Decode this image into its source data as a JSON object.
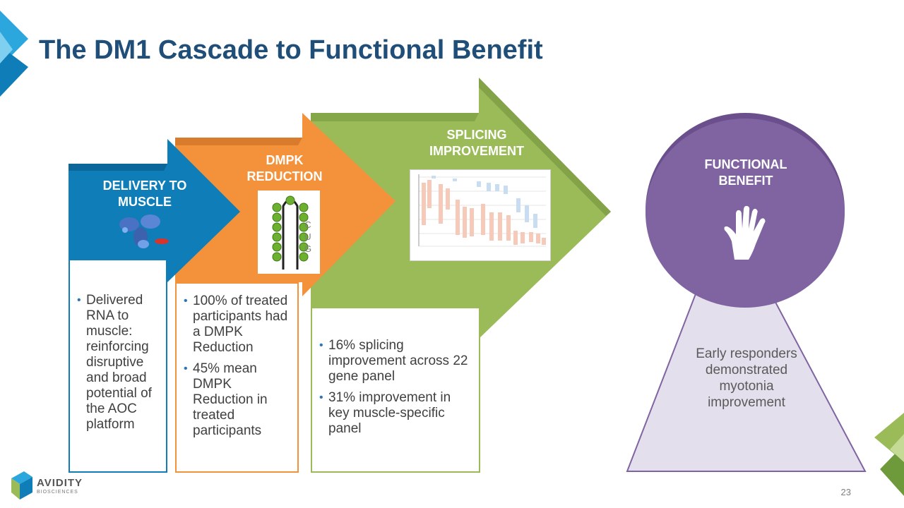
{
  "title": "The DM1 Cascade to Functional Benefit",
  "colors": {
    "title": "#1F4E79",
    "delivery": "#0E7DB8",
    "dmpk": "#F4923C",
    "splicing": "#9BBB59",
    "functional": "#8064A2",
    "functional_base": "#E4DFEC"
  },
  "stages": {
    "delivery": {
      "label": "DELIVERY TO MUSCLE",
      "bullets": [
        "Delivered RNA to muscle: reinforcing disruptive and broad potential of the AOC platform"
      ]
    },
    "dmpk": {
      "label": "DMPK REDUCTION",
      "hairpin_letters": [
        "C",
        "U",
        "G"
      ],
      "bullets": [
        "100% of treated participants had a DMPK Reduction",
        "45% mean DMPK Reduction in treated participants"
      ]
    },
    "splicing": {
      "label": "SPLICING IMPROVEMENT",
      "bullets": [
        "16% splicing improvement across 22 gene panel",
        "31% improvement in key muscle-specific panel"
      ]
    },
    "functional": {
      "label": "FUNCTIONAL BENEFIT",
      "icon": "hand-icon",
      "text": "Early responders demonstrated myotonia improvement"
    }
  },
  "logo": {
    "name": "AVIDITY",
    "sub": "BIOSCIENCES"
  },
  "page_number": "23"
}
